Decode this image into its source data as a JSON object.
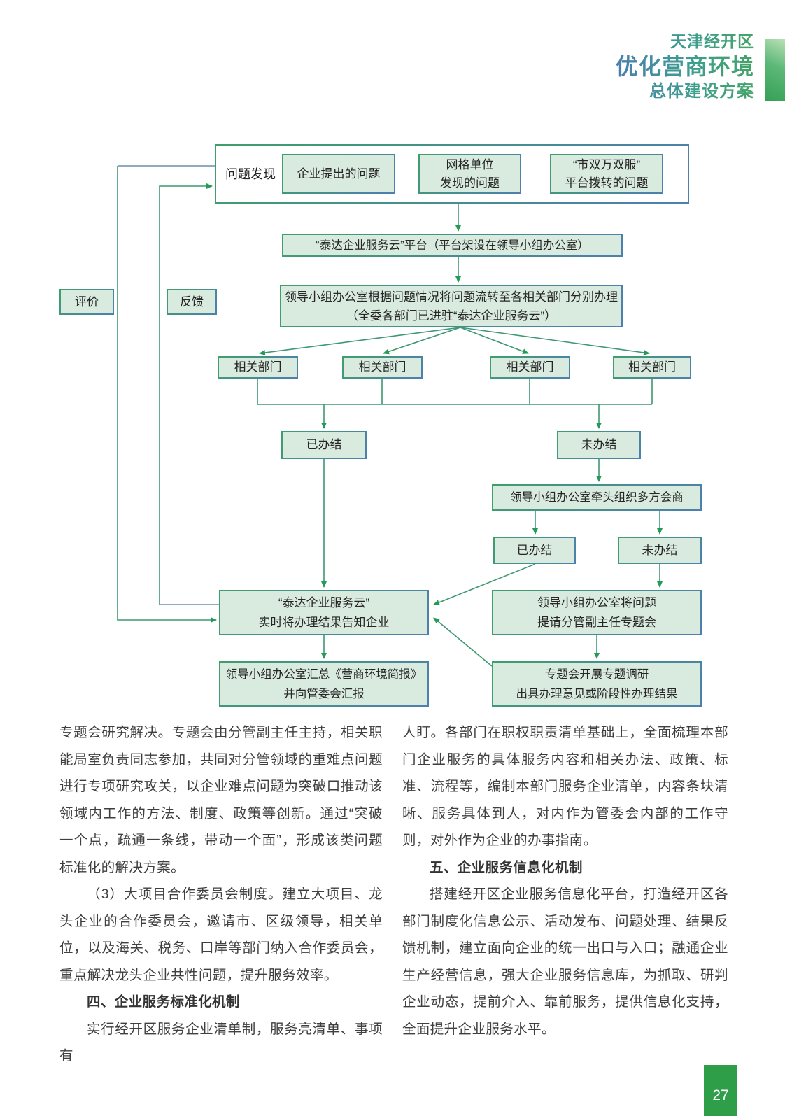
{
  "header": {
    "title_small": "天津经开区",
    "title_large": "优化营商环境",
    "title_sub": "总体建设方案"
  },
  "flowchart": {
    "discovery": {
      "label": "问题发现",
      "sources": [
        "企业提出的问题",
        "网格单位\n发现的问题",
        "“市双万双服”\n平台拨转的问题"
      ]
    },
    "platform": "“泰达企业服务云”平台（平台架设在领导小组办公室）",
    "dispatch": "领导小组办公室根据问题情况将问题流转至各相关部门分别办理\n（全委各部门已进驻“泰达企业服务云”）",
    "evaluate_label": "评价",
    "feedback_label": "反馈",
    "departments": [
      "相关部门",
      "相关部门",
      "相关部门",
      "相关部门"
    ],
    "resolved_1": "已办结",
    "unresolved_1": "未办结",
    "consultation": "领导小组办公室牵头组织多方会商",
    "resolved_2": "已办结",
    "unresolved_2": "未办结",
    "notify_enterprise": "“泰达企业服务云”\n实时将办理结果告知企业",
    "escalate_meeting": "领导小组办公室将问题\n提请分管副主任专题会",
    "report_summary": "领导小组办公室汇总《营商环境简报》\n并向管委会汇报",
    "special_research": "专题会开展专题调研\n出具办理意见或阶段性办理结果"
  },
  "body": {
    "left_column": {
      "p1": "专题会研究解决。专题会由分管副主任主持，相关职能局室负责同志参加，共同对分管领域的重难点问题进行专项研究攻关，以企业难点问题为突破口推动该领域内工作的方法、制度、政策等创新。通过“突破一个点，疏通一条线，带动一个面”，形成该类问题标准化的解决方案。",
      "p2": "（3）大项目合作委员会制度。建立大项目、龙头企业的合作委员会，邀请市、区级领导，相关单位，以及海关、税务、口岸等部门纳入合作委员会，重点解决龙头企业共性问题，提升服务效率。",
      "heading4": "四、企业服务标准化机制",
      "p3": "实行经开区服务企业清单制，服务亮清单、事项有"
    },
    "right_column": {
      "p1": "人盯。各部门在职权职责清单基础上，全面梳理本部门企业服务的具体服务内容和相关办法、政策、标准、流程等，编制本部门服务企业清单，内容条块清晰、服务具体到人，对内作为管委会内部的工作守则，对外作为企业的办事指南。",
      "heading5": "五、企业服务信息化机制",
      "p2": "搭建经开区企业服务信息化平台，打造经开区各部门制度化信息公示、活动发布、问题处理、结果反馈机制，建立面向企业的统一出口与入口；融通企业生产经营信息，强大企业服务信息库，为抓取、研判企业动态，提前介入、靠前服务，提供信息化支持，全面提升企业服务水平。"
    }
  },
  "page_number": "27",
  "colors": {
    "box_fill": "#d9eadf",
    "border_green": "#3f9f6b",
    "border_blue": "#4d7fb0",
    "line_green": "#3f9873",
    "line_gray_blue": "#6b8dab",
    "header_gradient_start": "#4a7fae",
    "header_gradient_end": "#45a467",
    "page_badge_green": "#2f9e48"
  }
}
